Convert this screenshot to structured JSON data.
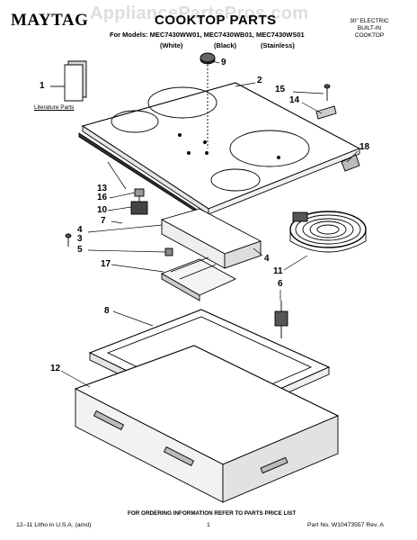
{
  "watermark": "AppliancePartsPros.com",
  "header": {
    "brand": "MAYTAG",
    "title": "COOKTOP PARTS",
    "models_line": "For Models: MEC7430WW01, MEC7430WB01, MEC7430WS01",
    "color_white": "(White)",
    "color_black": "(Black)",
    "color_stainless": "(Stainless)",
    "spec_line1": "30\" ELECTRIC",
    "spec_line2": "BUILT-IN",
    "spec_line3": "COOKTOP"
  },
  "literature_label": "Literature Parts",
  "callouts": {
    "c1": "1",
    "c2": "2",
    "c3": "3",
    "c4a": "4",
    "c4b": "4",
    "c5": "5",
    "c6": "6",
    "c7": "7",
    "c8": "8",
    "c9": "9",
    "c10": "10",
    "c11": "11",
    "c12": "12",
    "c13": "13",
    "c14": "14",
    "c15": "15",
    "c16": "16",
    "c17": "17",
    "c18": "18"
  },
  "footer": {
    "order_note": "FOR ORDERING INFORMATION REFER TO PARTS PRICE LIST",
    "litho": "12–11 Litho in U.S.A. (amd)",
    "page": "1",
    "part_no": "Part No. W10473557 Rev. A"
  }
}
